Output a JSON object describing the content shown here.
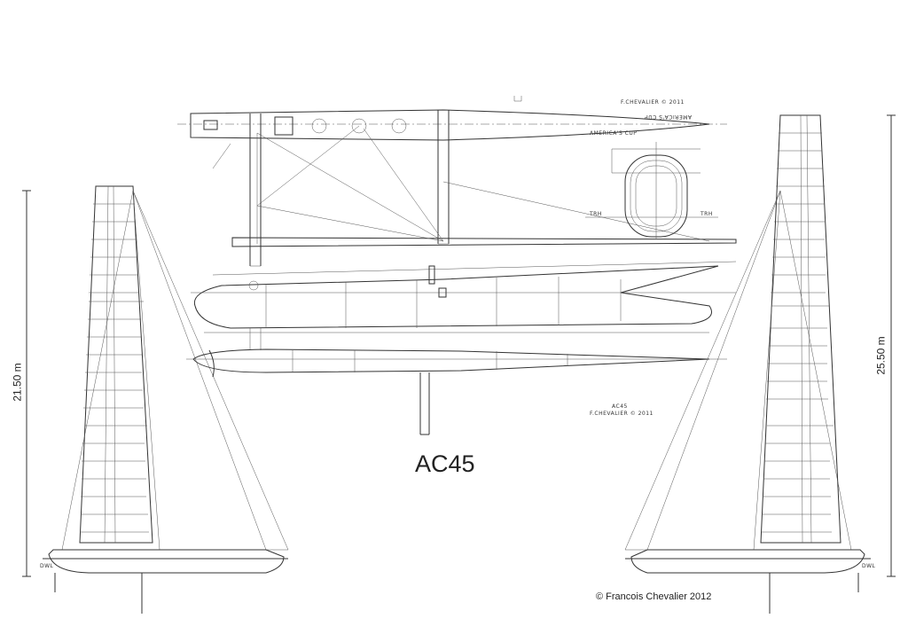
{
  "title": "AC45",
  "copyright": "© Francois Chevalier  2012",
  "dimensions": {
    "left_height": "21.50 m",
    "right_height": "25.50 m"
  },
  "annotations": {
    "signature_top": "F.CHEVALIER © 2011",
    "drawing_label": "AC45",
    "signature_mid": "F.CHEVALIER © 2011",
    "hull_lettering_top": "AMERICA'S CUP",
    "hull_lettering_bottom": "AMERICA'S CUP"
  },
  "colors": {
    "ink": "#333333",
    "background": "#ffffff"
  }
}
